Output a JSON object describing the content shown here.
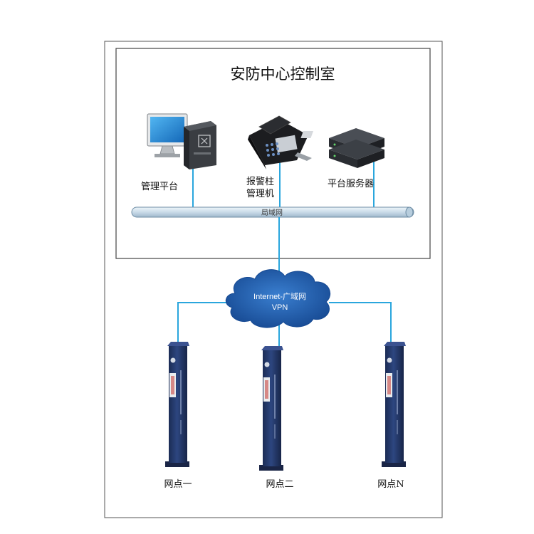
{
  "diagram": {
    "room_title": "安防中心控制室",
    "lan_label": "局域网",
    "cloud": {
      "line1": "Internet-广域网",
      "line2": "VPN"
    },
    "devices": {
      "platform": "管理平台",
      "alarm_line1": "报警柱",
      "alarm_line2": "管理机",
      "server": "平台服务器"
    },
    "points": [
      "网点一",
      "网点二",
      "网点N"
    ],
    "colors": {
      "link": "#2aa6dd",
      "cloud": "#1f5aa8",
      "pillar": "#243a6b",
      "lan_bar": "#cfe0ec"
    }
  }
}
